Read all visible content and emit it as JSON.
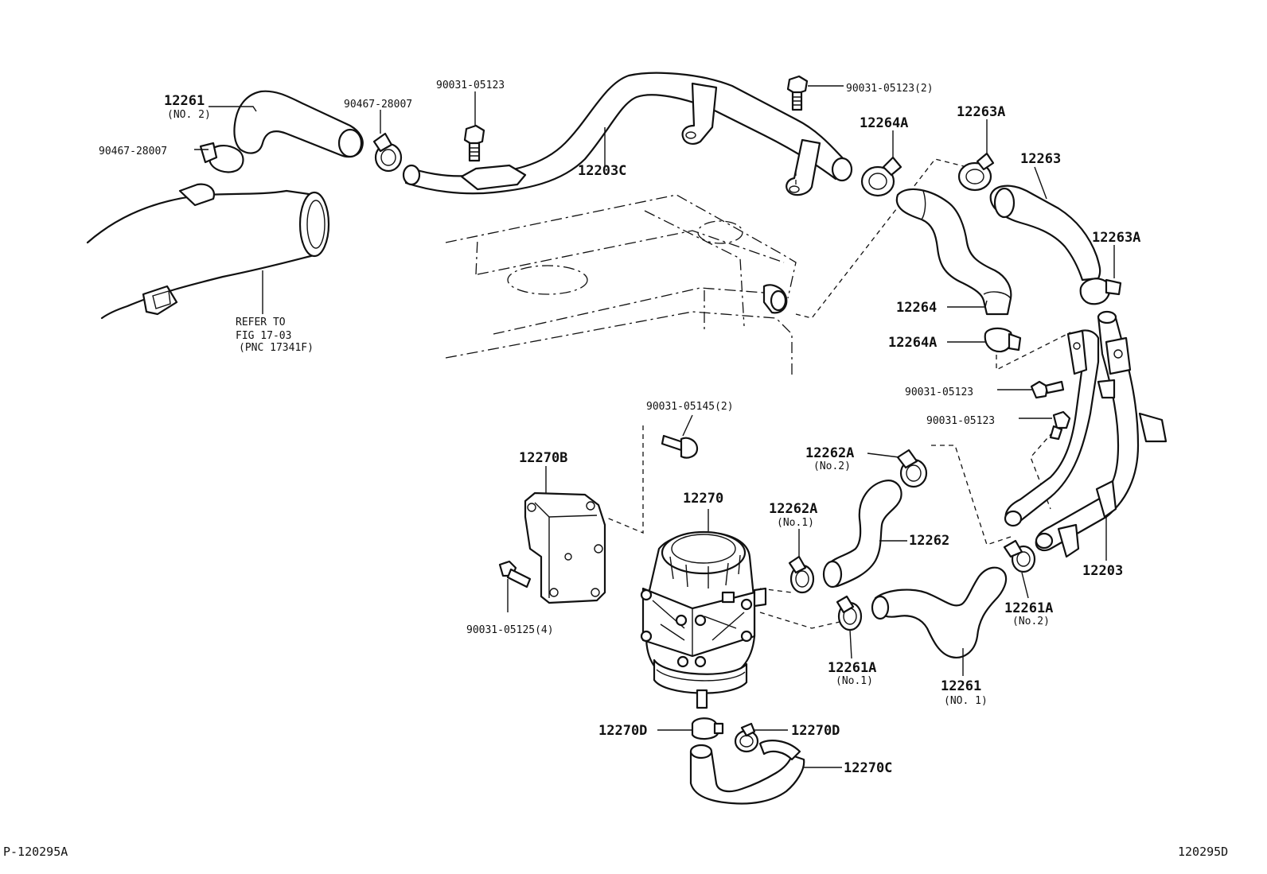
{
  "labels": {
    "p12261_top": "12261",
    "p12261_top_sub": "(NO. 2)",
    "p90467_a": "90467-28007",
    "p90467_b": "90467-28007",
    "p90031_05123_top": "90031-05123",
    "p12203C": "12203C",
    "p90031_05123_2": "90031-05123(2)",
    "p12264A_top": "12264A",
    "p12263A_top": "12263A",
    "p12263": "12263",
    "p12263A_right": "12263A",
    "p12264": "12264",
    "p12264A_mid": "12264A",
    "p90031_05123_r1": "90031-05123",
    "p90031_05123_r2": "90031-05123",
    "p90031_05145": "90031-05145(2)",
    "p12270B": "12270B",
    "p12270": "12270",
    "p12262A_2": "12262A",
    "p12262A_2_sub": "(No.2)",
    "p12262A_1": "12262A",
    "p12262A_1_sub": "(No.1)",
    "p12262": "12262",
    "p12203": "12203",
    "p12261A_2": "12261A",
    "p12261A_2_sub": "(No.2)",
    "p90031_05125": "90031-05125(4)",
    "p12261A_1": "12261A",
    "p12261A_1_sub": "(No.1)",
    "p12261_bot": "12261",
    "p12261_bot_sub": "(NO. 1)",
    "p12270D_left": "12270D",
    "p12270D_right": "12270D",
    "p12270C": "12270C"
  },
  "note": {
    "line1": "REFER TO",
    "line2": "FIG 17-03",
    "line3": "(PNC 17341F)"
  },
  "footer": {
    "left_code": "P-120295A",
    "right_code": "120295D"
  }
}
